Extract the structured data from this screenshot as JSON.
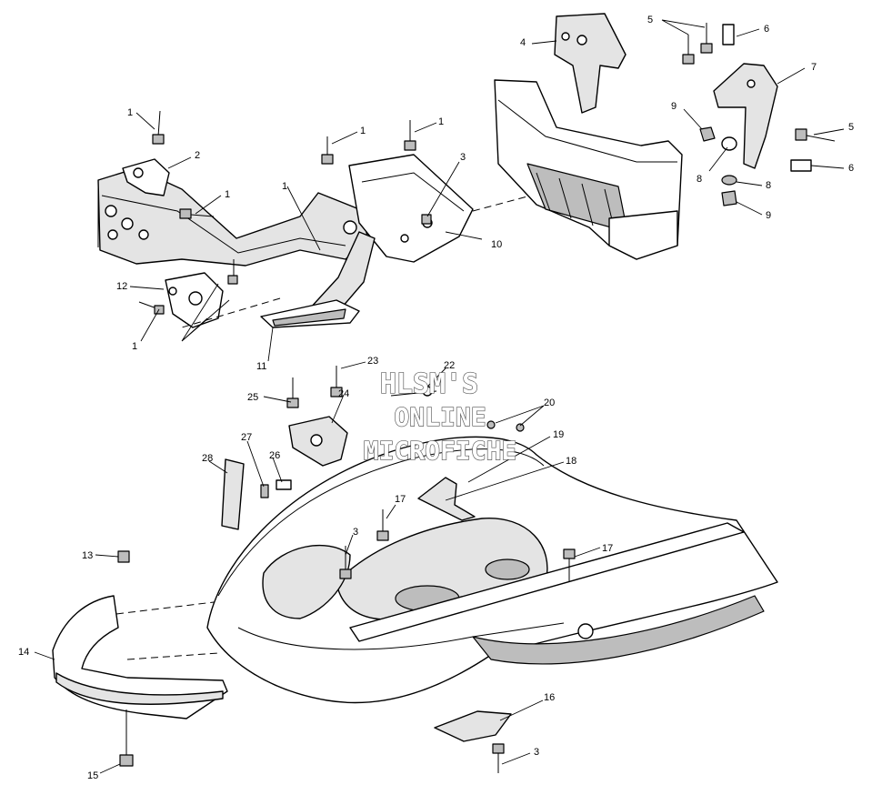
{
  "watermark": [
    "HLSM'S",
    "ONLINE",
    "MICROFICHE"
  ],
  "callouts": {
    "c1a": "1",
    "c1b": "1",
    "c1c": "1",
    "c1d": "1",
    "c1e": "1",
    "c1f": "1",
    "c2": "2",
    "c3a": "3",
    "c3b": "3",
    "c3c": "3",
    "c4": "4",
    "c5a": "5",
    "c5b": "5",
    "c6a": "6",
    "c6b": "6",
    "c7": "7",
    "c8a": "8",
    "c8b": "8",
    "c9a": "9",
    "c9b": "9",
    "c10": "10",
    "c11": "11",
    "c12": "12",
    "c13": "13",
    "c14": "14",
    "c15": "15",
    "c16": "16",
    "c17a": "17",
    "c17b": "17",
    "c18": "18",
    "c19": "19",
    "c20": "20",
    "c22": "22",
    "c23": "23",
    "c24": "24",
    "c25": "25",
    "c26": "26",
    "c27": "27",
    "c28": "28"
  }
}
